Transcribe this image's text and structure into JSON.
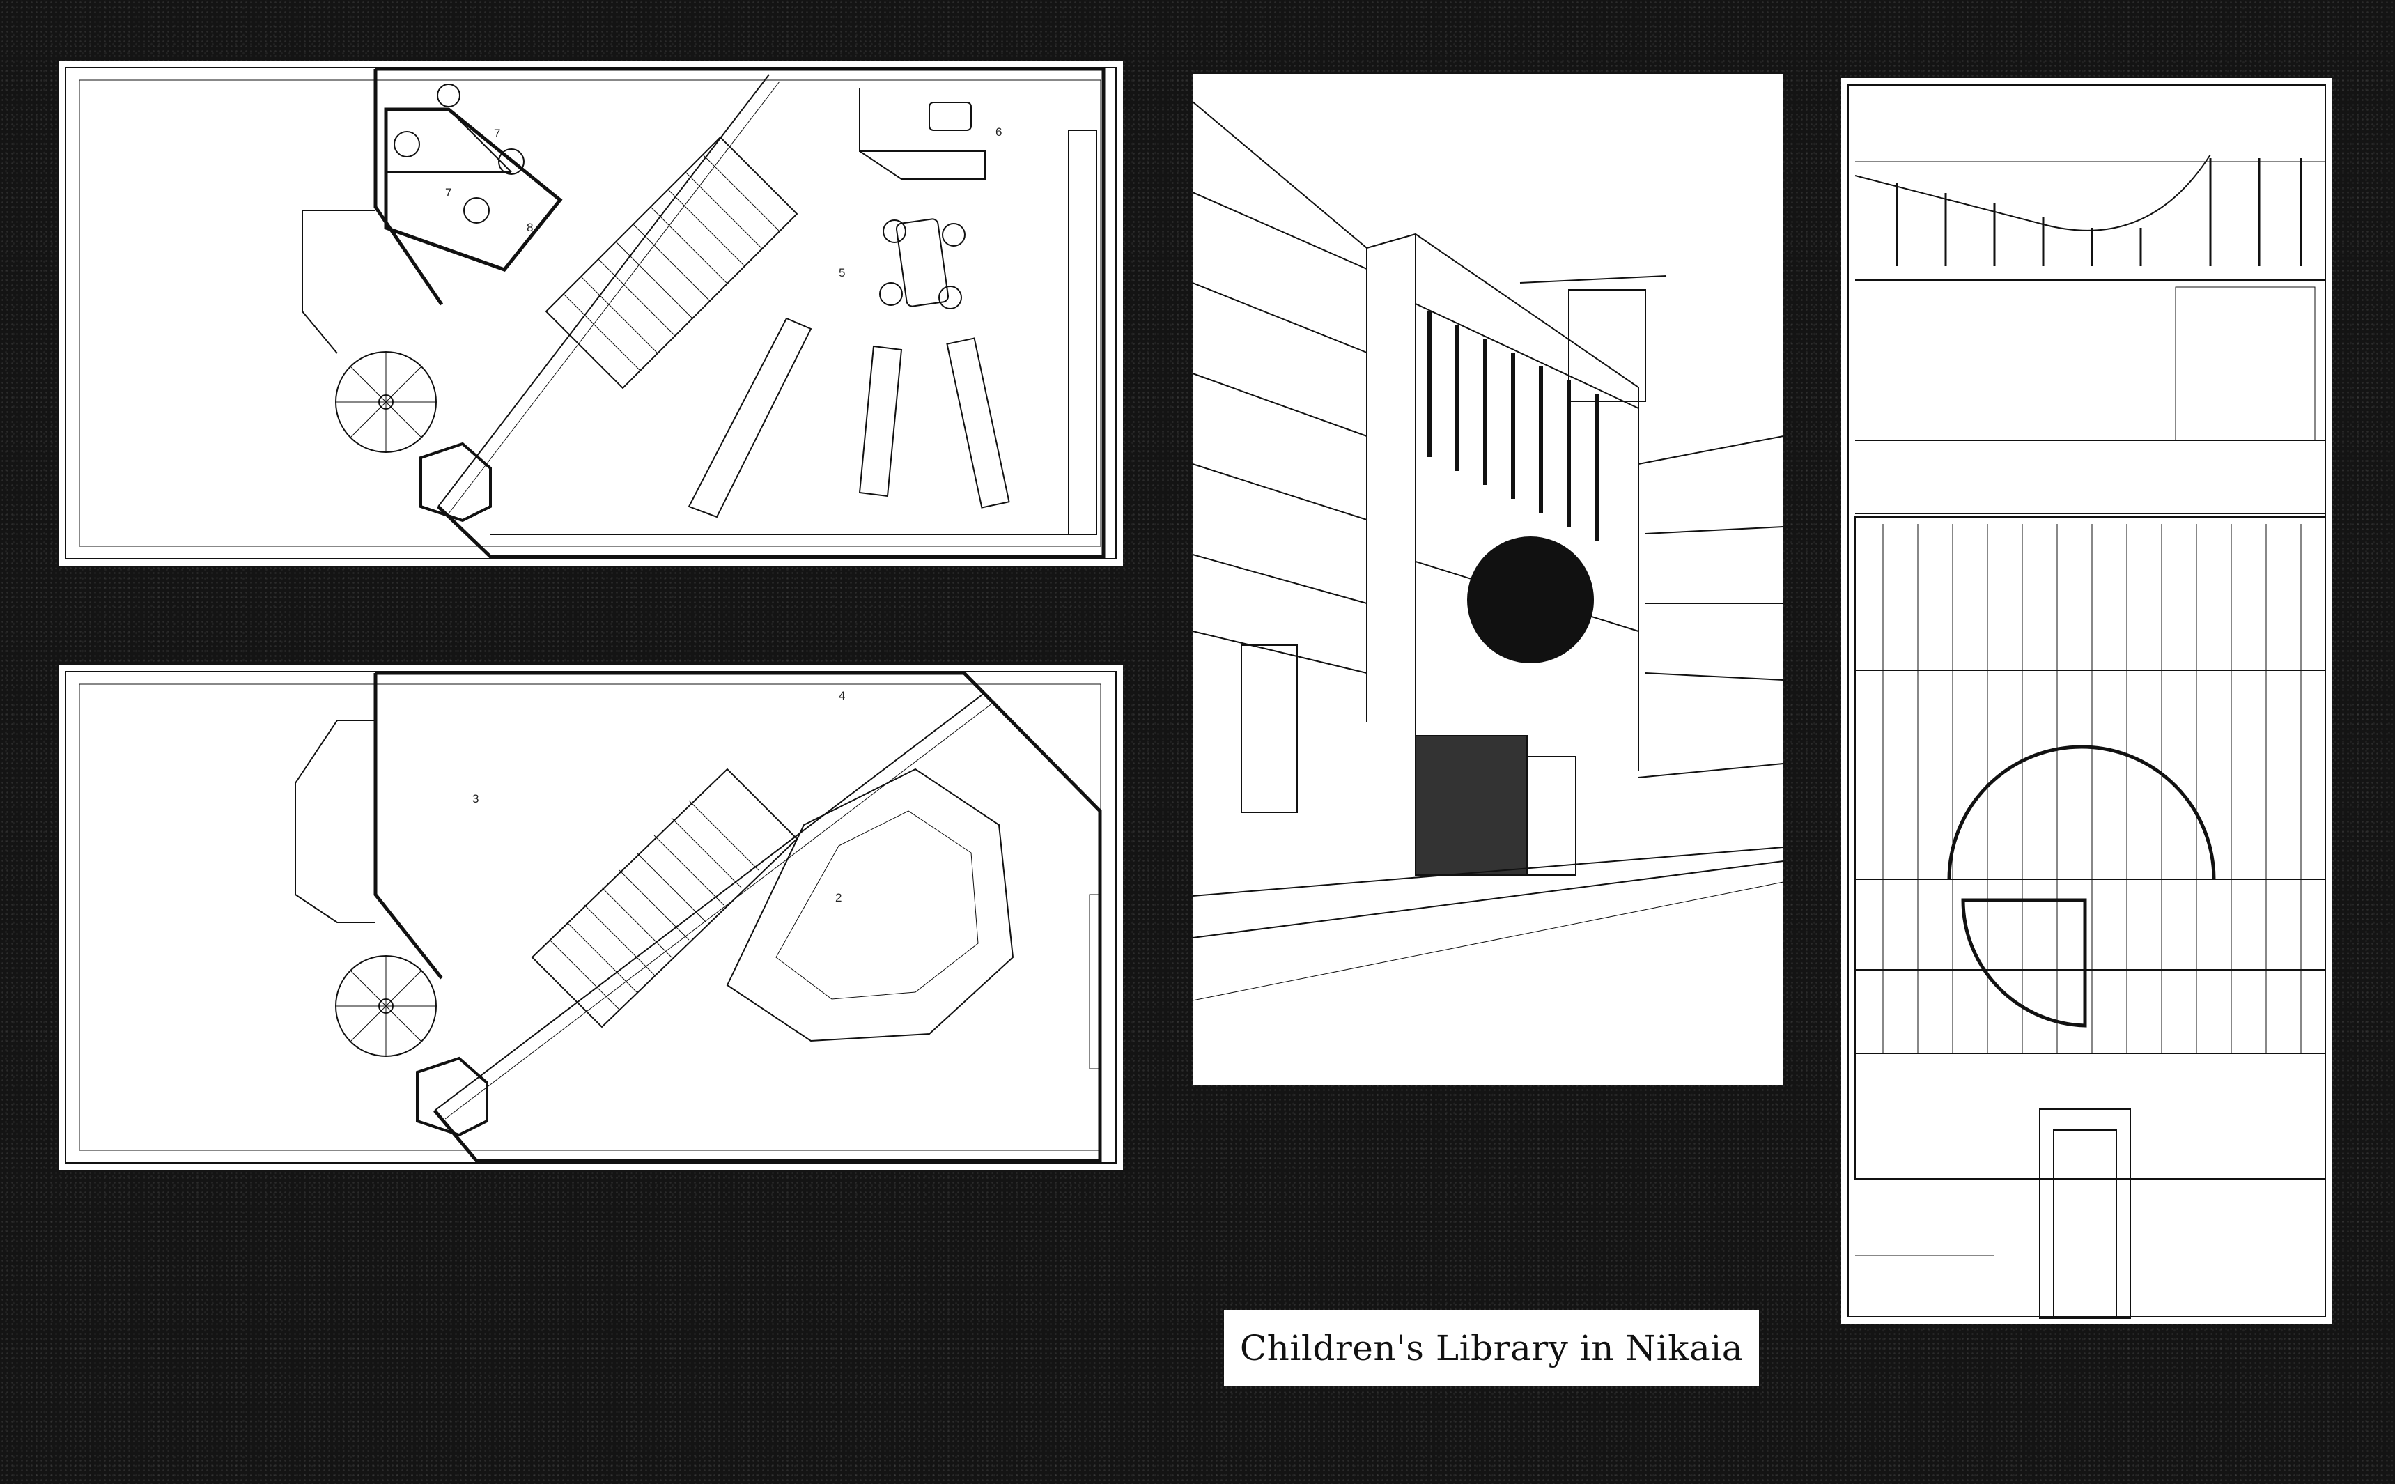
{
  "caption": {
    "title": "Children's Library in Nikaia"
  },
  "drawings": {
    "upper_plan": {
      "room_labels": {
        "r5": "5",
        "r6": "6",
        "r7a": "7",
        "r7b": "7",
        "r8": "8"
      }
    },
    "lower_plan": {
      "room_labels": {
        "r2": "2",
        "r3": "3",
        "r4": "4"
      }
    }
  },
  "colors": {
    "background": "#141414",
    "paper": "#ffffff",
    "ink": "#111111"
  }
}
